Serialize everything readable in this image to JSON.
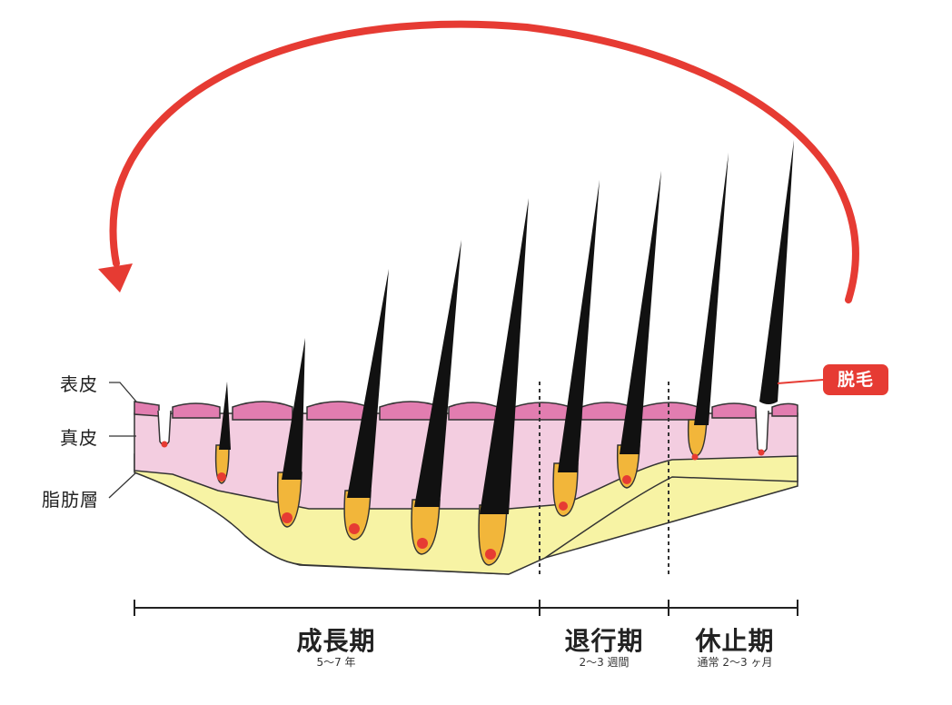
{
  "layers": {
    "epidermis": "表皮",
    "dermis": "真皮",
    "fat": "脂肪層"
  },
  "badge": "脱毛",
  "phases": [
    {
      "title": "成長期",
      "duration": "5〜7 年"
    },
    {
      "title": "退行期",
      "duration": "2〜3 週間"
    },
    {
      "title": "休止期",
      "duration": "通常 2〜3 ヶ月"
    }
  ],
  "colors": {
    "arrow": "#e63b33",
    "epidermis": "#e27db0",
    "dermis": "#f3cde0",
    "fat": "#f7f3a4",
    "bulb": "#f2b63a",
    "papilla": "#e63b33",
    "hair": "#111111"
  }
}
